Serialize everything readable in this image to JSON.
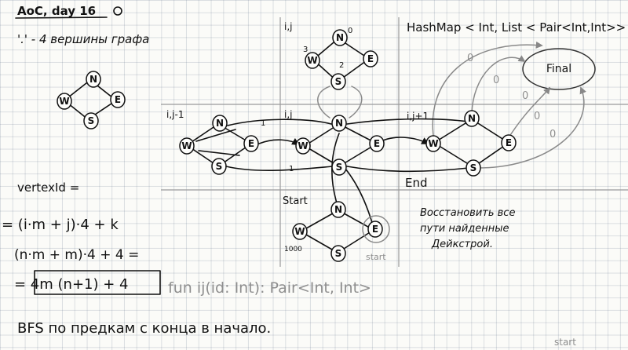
{
  "title": "AoC, day 16",
  "note_quad": "'.' - 4 вершины графа",
  "hashmap_text": "HashMap < Int, List < Pair<Int,Int>>",
  "cell_labels": {
    "top": "i,j",
    "left": "i,j-1",
    "center": "i,j",
    "right": "i,j+1",
    "start": "Start",
    "end": "End",
    "final": "Final",
    "start_circle": "start",
    "corner": "start"
  },
  "node_letters": {
    "north": "N",
    "west": "W",
    "east": "E",
    "south": "S"
  },
  "edge_weights": {
    "rotate": "1000",
    "one": "1",
    "two": "2",
    "three": "3",
    "zero": "0",
    "theta": "0"
  },
  "formula": {
    "label": "vertexId =",
    "line1": "= (i·m + j)·4 + k",
    "line2": "(n·m + m)·4 + 4 =",
    "boxed": "= 4m (n+1) + 4"
  },
  "function_sig": "fun ij(id: Int): Pair<Int, Int>",
  "restore_note": [
    "Восстановить все",
    "пути найденные",
    "Дейкстрой."
  ],
  "bfs_note": "BFS по предкам с конца в начало."
}
